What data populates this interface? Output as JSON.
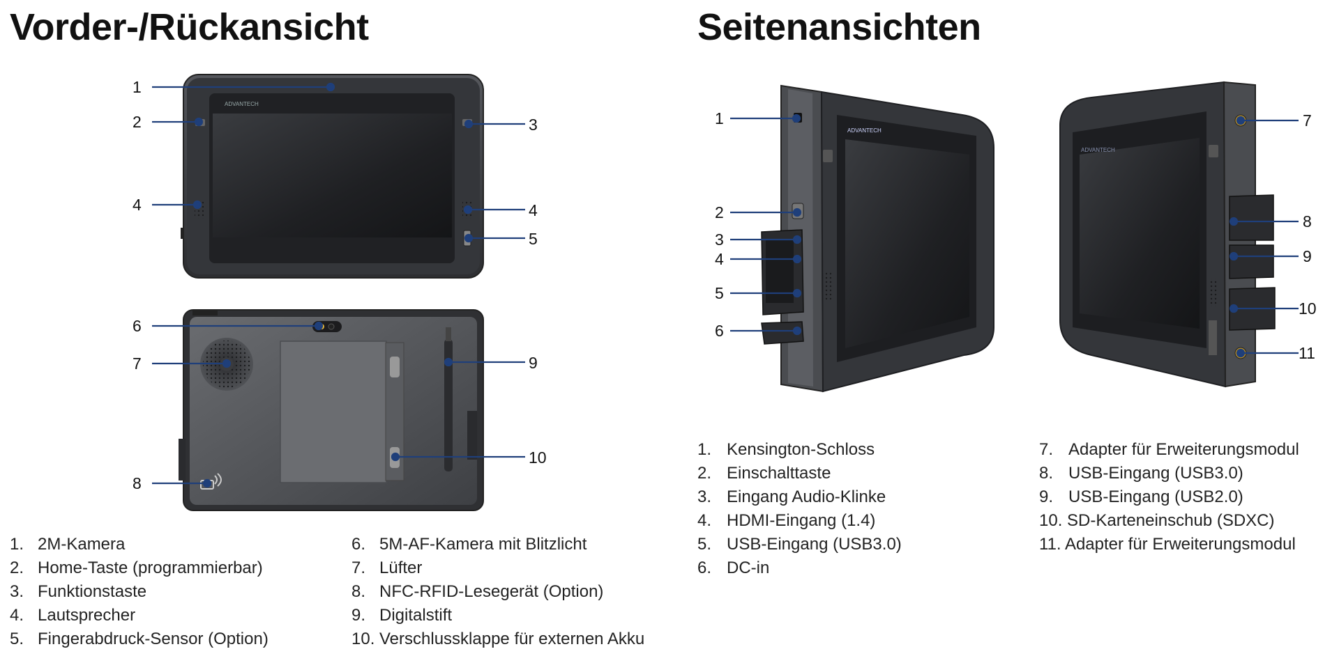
{
  "headings": {
    "front_back": "Vorder-/Rückansicht",
    "sides": "Seitenansichten"
  },
  "callouts": {
    "front": [
      "1",
      "2",
      "3",
      "4",
      "4",
      "5"
    ],
    "back": [
      "6",
      "7",
      "8",
      "9",
      "10"
    ],
    "side_left": [
      "1",
      "2",
      "3",
      "4",
      "5",
      "6"
    ],
    "side_right": [
      "7",
      "8",
      "9",
      "10",
      "11"
    ]
  },
  "device": {
    "logo_text": "ADVANTECH"
  },
  "legend_front_back": [
    {
      "n": "1.",
      "t": "2M-Kamera"
    },
    {
      "n": "2.",
      "t": "Home-Taste (programmierbar)"
    },
    {
      "n": "3.",
      "t": "Funktionstaste"
    },
    {
      "n": "4.",
      "t": "Lautsprecher"
    },
    {
      "n": "5.",
      "t": "Fingerabdruck-Sensor (Option)"
    },
    {
      "n": "6.",
      "t": "5M-AF-Kamera mit Blitzlicht"
    },
    {
      "n": "7.",
      "t": "Lüfter"
    },
    {
      "n": "8.",
      "t": "NFC-RFID-Lesegerät (Option)"
    },
    {
      "n": "9.",
      "t": "Digitalstift"
    },
    {
      "n": "10.",
      "t": "Verschlussklappe für externen Akku"
    }
  ],
  "legend_sides": [
    {
      "n": "1.",
      "t": "Kensington-Schloss"
    },
    {
      "n": "2.",
      "t": "Einschalttaste"
    },
    {
      "n": "3.",
      "t": "Eingang Audio-Klinke"
    },
    {
      "n": "4.",
      "t": "HDMI-Eingang (1.4)"
    },
    {
      "n": "5.",
      "t": "USB-Eingang (USB3.0)"
    },
    {
      "n": "6.",
      "t": "DC-in"
    },
    {
      "n": "7.",
      "t": "Adapter für Erweiterungsmodul"
    },
    {
      "n": "8.",
      "t": "USB-Eingang (USB3.0)"
    },
    {
      "n": "9.",
      "t": "USB-Eingang (USB2.0)"
    },
    {
      "n": "10.",
      "t": "SD-Karteneinschub (SDXC)"
    },
    {
      "n": "11.",
      "t": "Adapter für Erweiterungsmodul"
    }
  ],
  "colors": {
    "leader": "#1f3f7a",
    "body_dark": "#3c3e42",
    "bezel": "#2a2b2e",
    "screen": "#1c1d20"
  }
}
